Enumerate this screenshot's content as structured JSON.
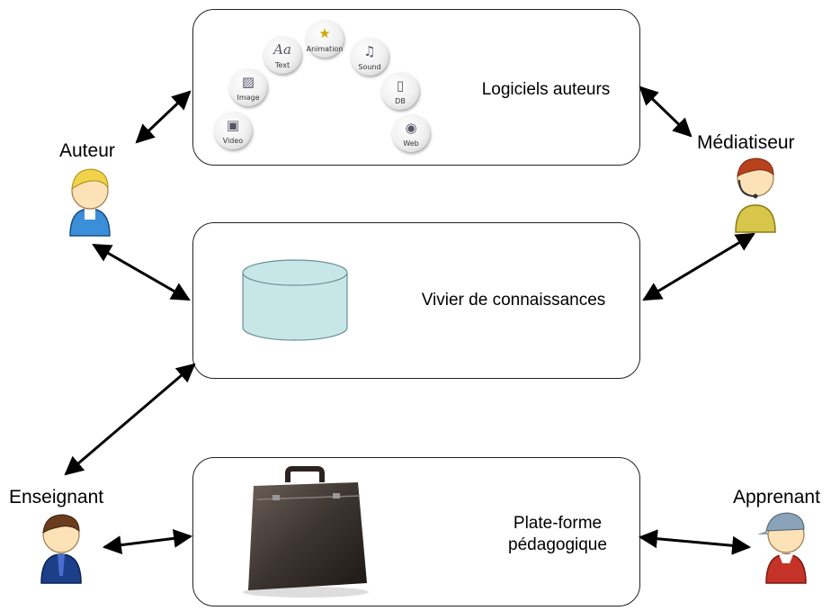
{
  "boxes": {
    "authoring": {
      "label": "Logiciels auteurs"
    },
    "knowledge": {
      "label": "Vivier de connaissances"
    },
    "platform": {
      "label_line1": "Plate-forme",
      "label_line2": "pédagogique"
    }
  },
  "actors": {
    "author": {
      "label": "Auteur"
    },
    "mediator": {
      "label": "Médiatiseur"
    },
    "teacher": {
      "label": "Enseignant"
    },
    "learner": {
      "label": "Apprenant"
    }
  },
  "media_types": [
    {
      "label": "Video"
    },
    {
      "label": "Image"
    },
    {
      "label": "Text"
    },
    {
      "label": "Animation"
    },
    {
      "label": "Sound"
    },
    {
      "label": "DB"
    },
    {
      "label": "Web"
    }
  ],
  "colors": {
    "cylinder_fill": "#c7e7e7",
    "author_shirt": "#3b8fd8",
    "mediator_shirt": "#d8c64a",
    "teacher_shirt": "#1d3f8a",
    "learner_shirt": "#c53328"
  }
}
